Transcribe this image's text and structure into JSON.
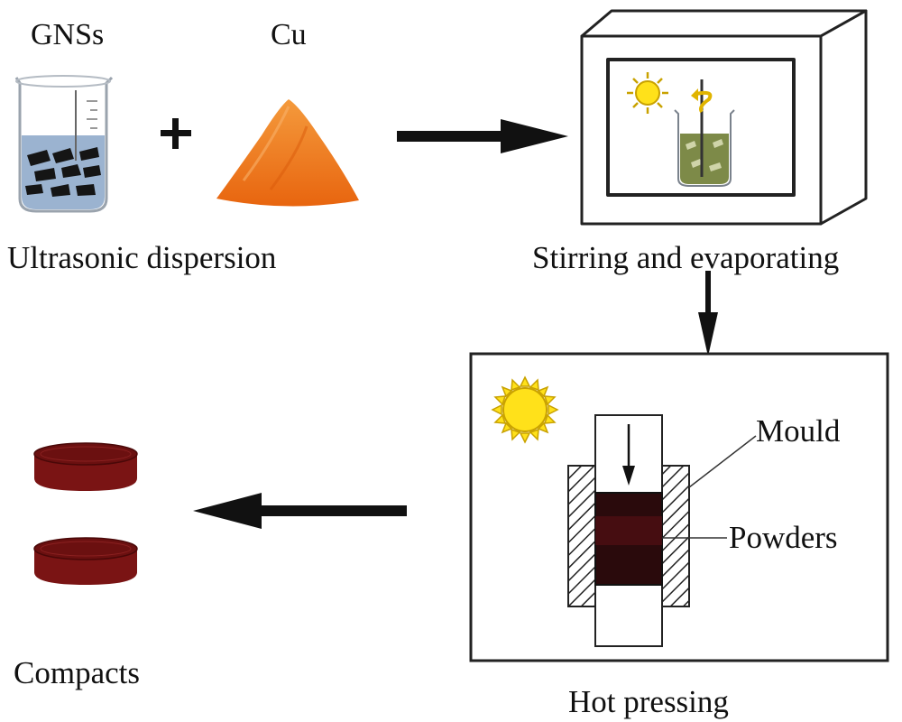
{
  "labels": {
    "gnss": "GNSs",
    "cu": "Cu",
    "ultrasonic": "Ultrasonic dispersion",
    "stirring": "Stirring and evaporating",
    "mould": "Mould",
    "powders": "Powders",
    "compacts": "Compacts",
    "hot_pressing": "Hot pressing"
  },
  "colors": {
    "liquid": "#8aa6c8",
    "copper_powder": "#f07a20",
    "sun": "#ffe11a",
    "sun_outline": "#c9a200",
    "compact_top": "#6b1010",
    "compact_side": "#7a1414",
    "powder_block": "#2a0a0c",
    "stir_mix": "#7d8a48"
  }
}
